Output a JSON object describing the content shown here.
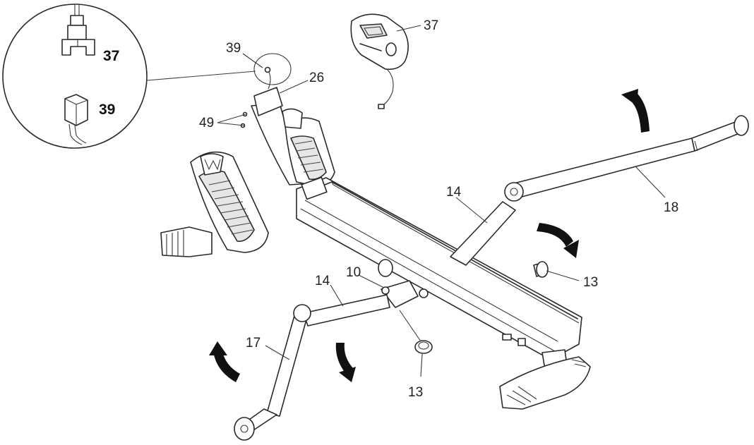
{
  "diagram": {
    "callouts": {
      "inset_37": "37",
      "inset_39": "39",
      "part_39": "39",
      "part_26": "26",
      "part_49": "49",
      "part_37": "37",
      "part_14_right": "14",
      "part_18": "18",
      "part_13_right": "13",
      "part_10": "10",
      "part_14_left": "14",
      "part_17": "17",
      "part_13_bottom": "13"
    },
    "icons": {
      "rotation_arrows": "curved-arrow-icon",
      "connector": "plug-connector-icon",
      "monitor": "console-monitor-icon"
    }
  }
}
